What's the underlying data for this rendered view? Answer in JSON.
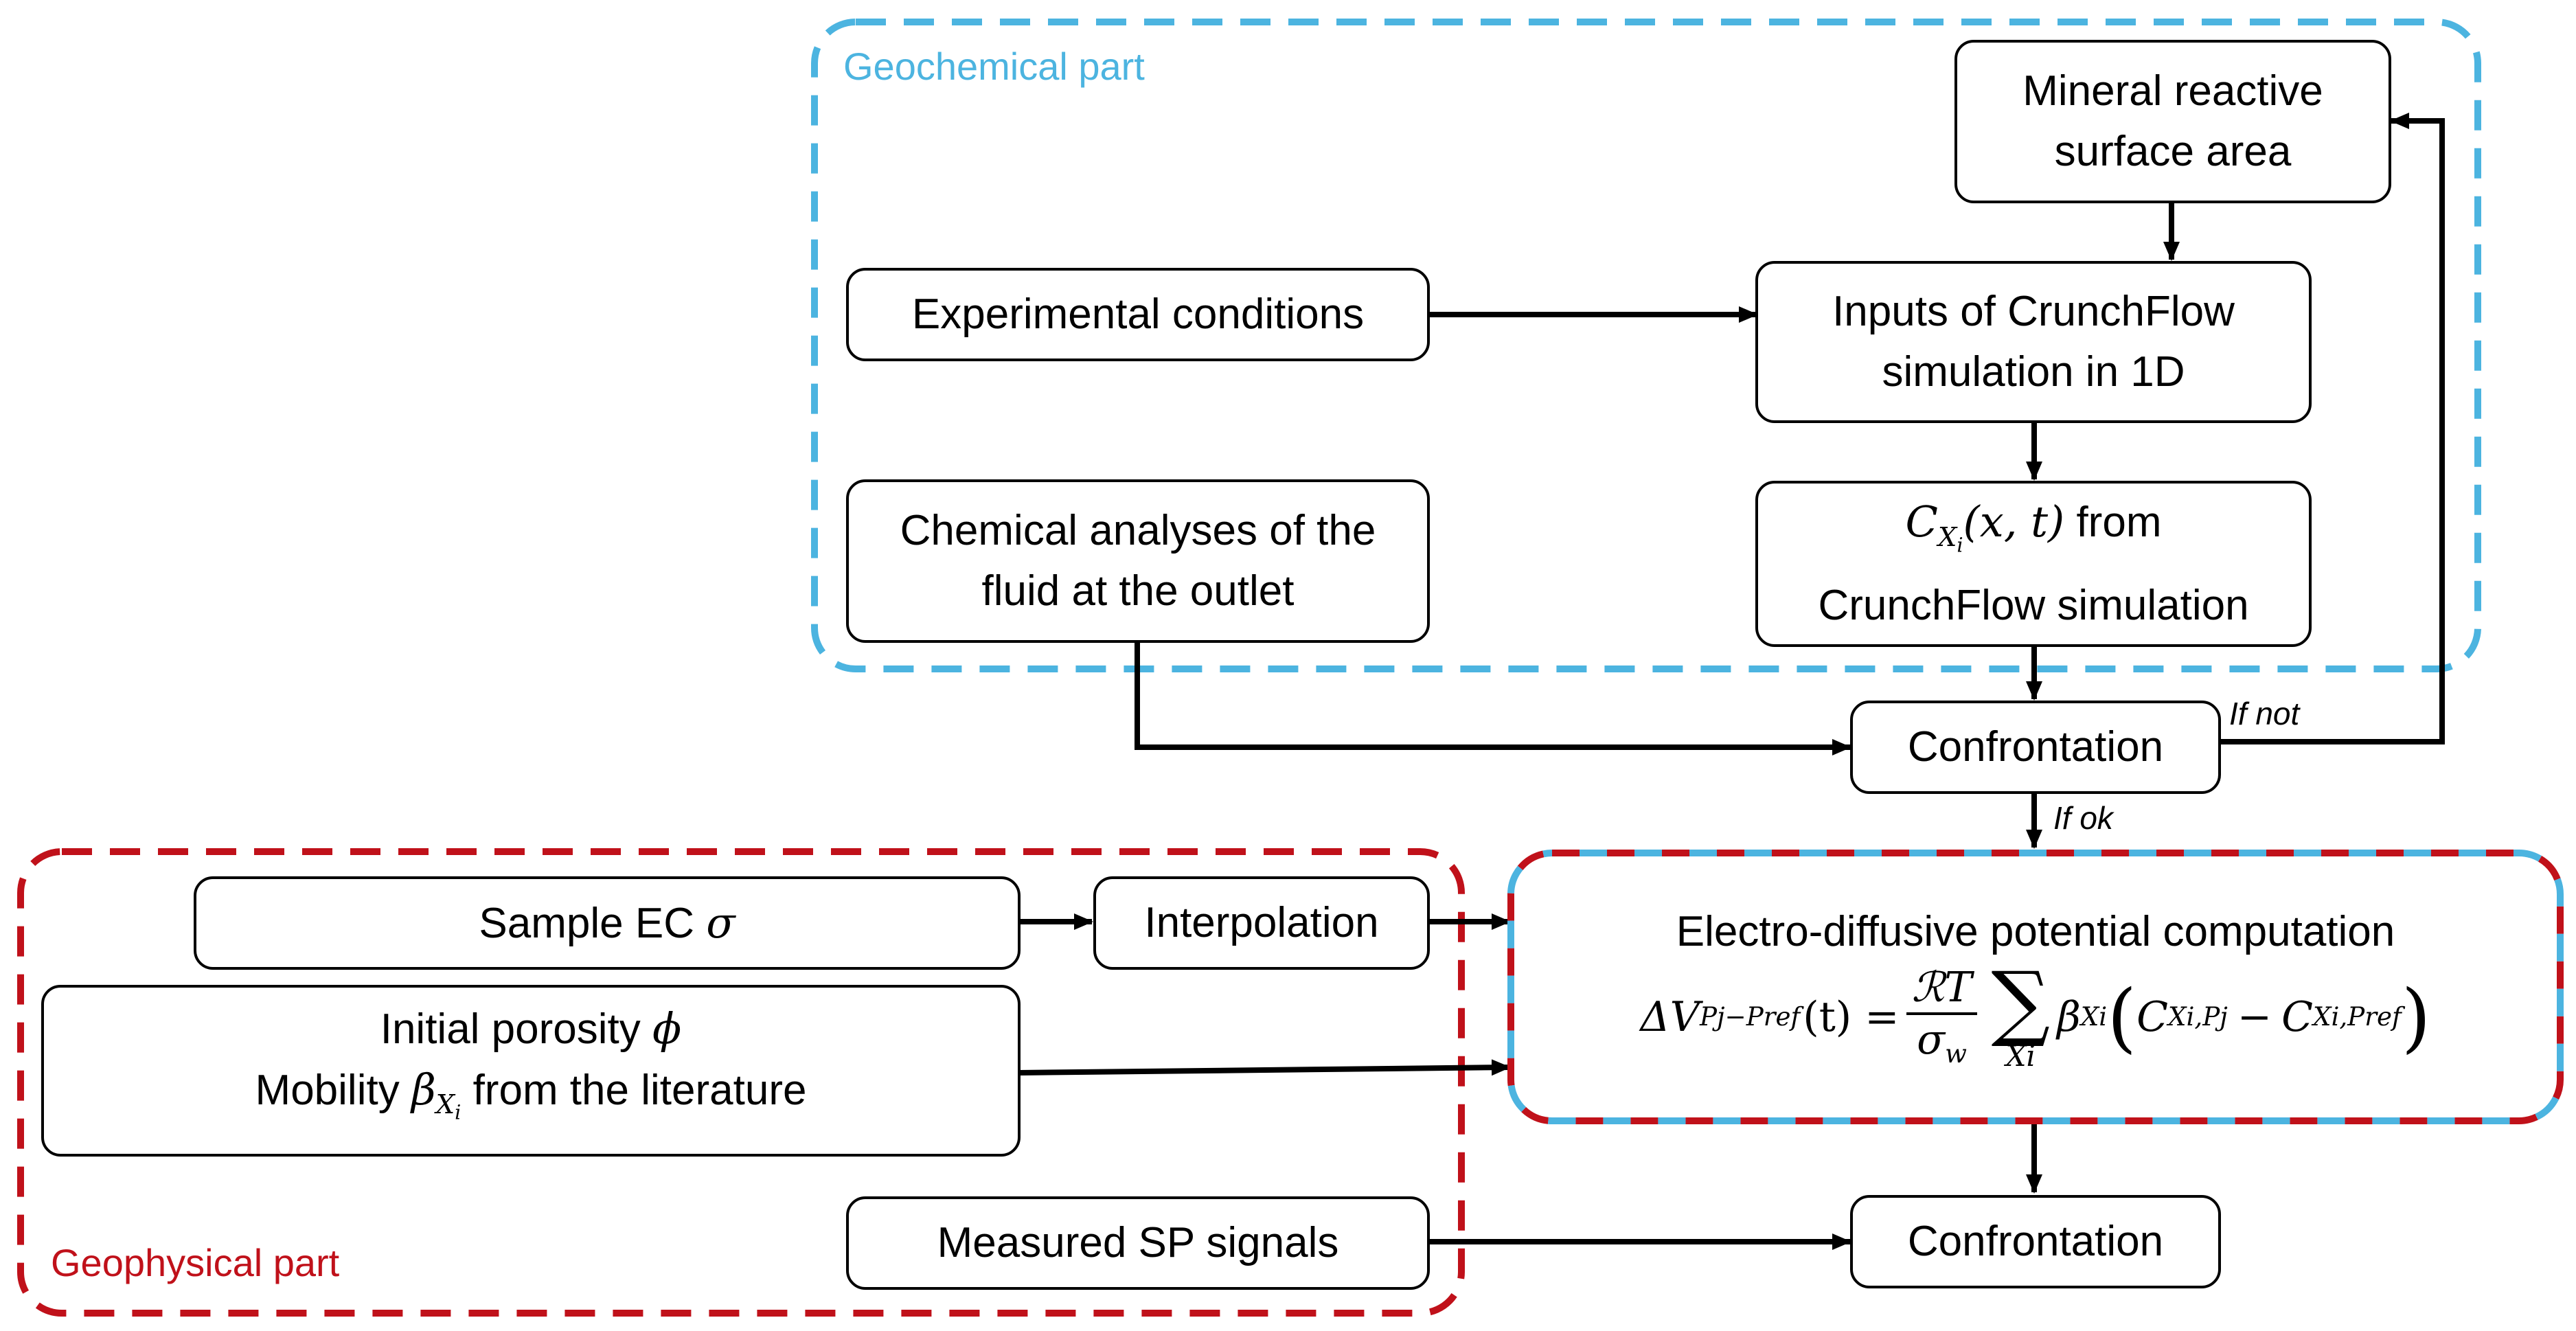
{
  "groups": {
    "geochemical": "Geochemical part",
    "geophysical": "Geophysical part"
  },
  "colors": {
    "geochemical_border": "#4cb4e0",
    "geophysical_border": "#c0111a",
    "arrows": "#000000"
  },
  "nodes": {
    "mineral_line1": "Mineral reactive",
    "mineral_line2": "surface area",
    "experimental": "Experimental conditions",
    "inputs_line1": "Inputs of CrunchFlow",
    "inputs_line2": "simulation in 1D",
    "chemical_line1": "Chemical analyses of the",
    "chemical_line2": "fluid at the outlet",
    "c_symbol": "C",
    "c_sub": "X",
    "c_subsub": "i",
    "c_args": "(x, t)",
    "c_from": " from",
    "c_line2": "CrunchFlow simulation",
    "confrontation_top": "Confrontation",
    "sample_ec": "Sample EC ",
    "sigma_symbol": "σ",
    "interpolation": "Interpolation",
    "porosity_text": "Initial porosity ",
    "phi_symbol": "ϕ",
    "mobility_text": "Mobility ",
    "beta_symbol": "β",
    "mobility_tail": " from the literature",
    "electro_title": "Electro-diffusive potential computation",
    "measured_sp": "Measured SP signals",
    "confrontation_bottom": "Confrontation"
  },
  "formula": {
    "lhs": "ΔV",
    "lhs_sub": "Pj−Pref",
    "lhs_args": "(t) =",
    "numerator": "ℛT",
    "denominator": "σ",
    "denominator_sub": "w",
    "sum_symbol": "∑",
    "sum_under": "Xi",
    "beta": "β",
    "beta_sub": "Xi",
    "term1": "C",
    "term1_sub": "Xi,Pj",
    "minus": "−",
    "term2": "C",
    "term2_sub": "Xi,Pref"
  },
  "edge_labels": {
    "if_not": "If not",
    "if_ok": "If ok"
  }
}
